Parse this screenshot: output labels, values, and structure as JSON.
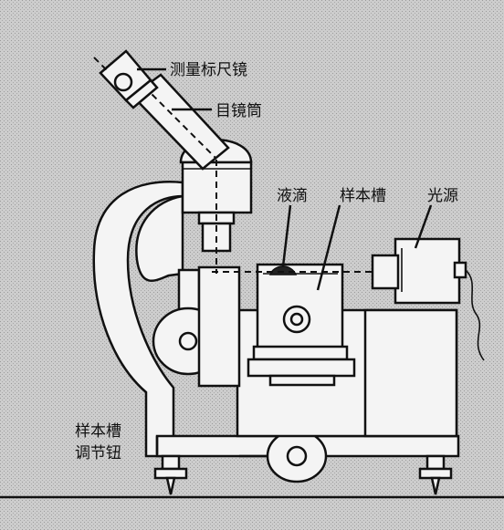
{
  "labels": {
    "scale_eyepiece": "测量标尺镜",
    "eyepiece_tube": "目镜筒",
    "droplet": "液滴",
    "sample_cell": "样本槽",
    "light_source": "光源",
    "cell_knob_line1": "样本槽",
    "cell_knob_line2": "调节钮"
  }
}
